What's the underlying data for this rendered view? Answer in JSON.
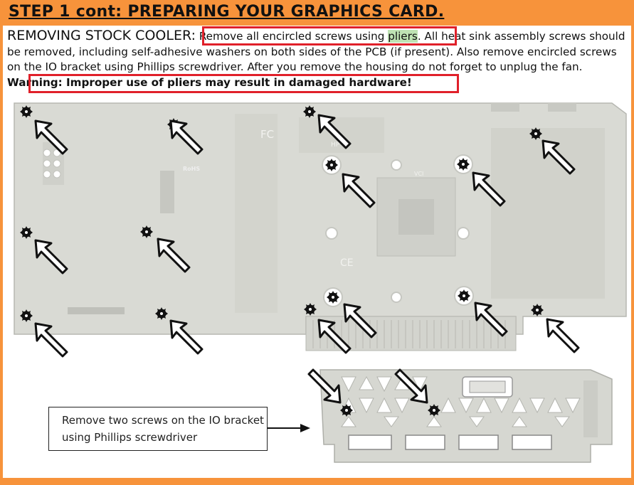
{
  "header": {
    "title": "STEP 1 cont:  PREPARING YOUR GRAPHICS CARD."
  },
  "instructions": {
    "lead": "REMOVING STOCK COOLER:",
    "boxed_part1": "Remove all encircled screws using ",
    "boxed_highlight": "pliers",
    "boxed_part2": ".",
    "body": " All heat sink assembly screws should be removed, including self-adhesive washers on both sides of the PCB (if present). Also remove encircled screws on the IO bracket using Phillips screwdriver. After you remove the housing do not forget to unplug the fan.",
    "warning": "Warning: Improper use of pliers may result in damaged hardware!"
  },
  "pcb_labels": {
    "rohs": "RoHS",
    "fc": "FC",
    "ce": "CE",
    "hp": "HP",
    "vcci": "VCI"
  },
  "callout": {
    "text": "Remove two screws on the IO bracket using Phillips screwdriver"
  },
  "colors": {
    "accent_orange": "#f7933b",
    "box_red": "#e0202a",
    "pcb_gray": "#d9dad4",
    "highlight_green": "#bfe3b4"
  }
}
